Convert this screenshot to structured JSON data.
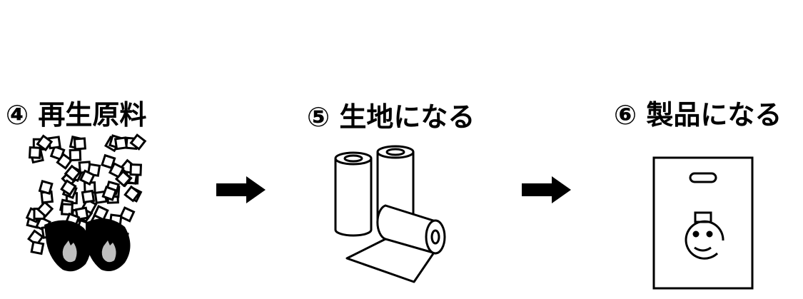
{
  "steps": [
    {
      "number": "④",
      "title": "再生原料",
      "icon": "recycled-pellets-icon"
    },
    {
      "number": "⑤",
      "title": "生地になる",
      "icon": "film-rolls-icon"
    },
    {
      "number": "⑥",
      "title": "製品になる",
      "icon": "plastic-bag-icon"
    }
  ],
  "arrows": [
    "arrow-right-icon",
    "arrow-right-icon"
  ],
  "colors": {
    "ink": "#000000",
    "flame_inner": "#bfbfbf",
    "background": "#ffffff"
  }
}
